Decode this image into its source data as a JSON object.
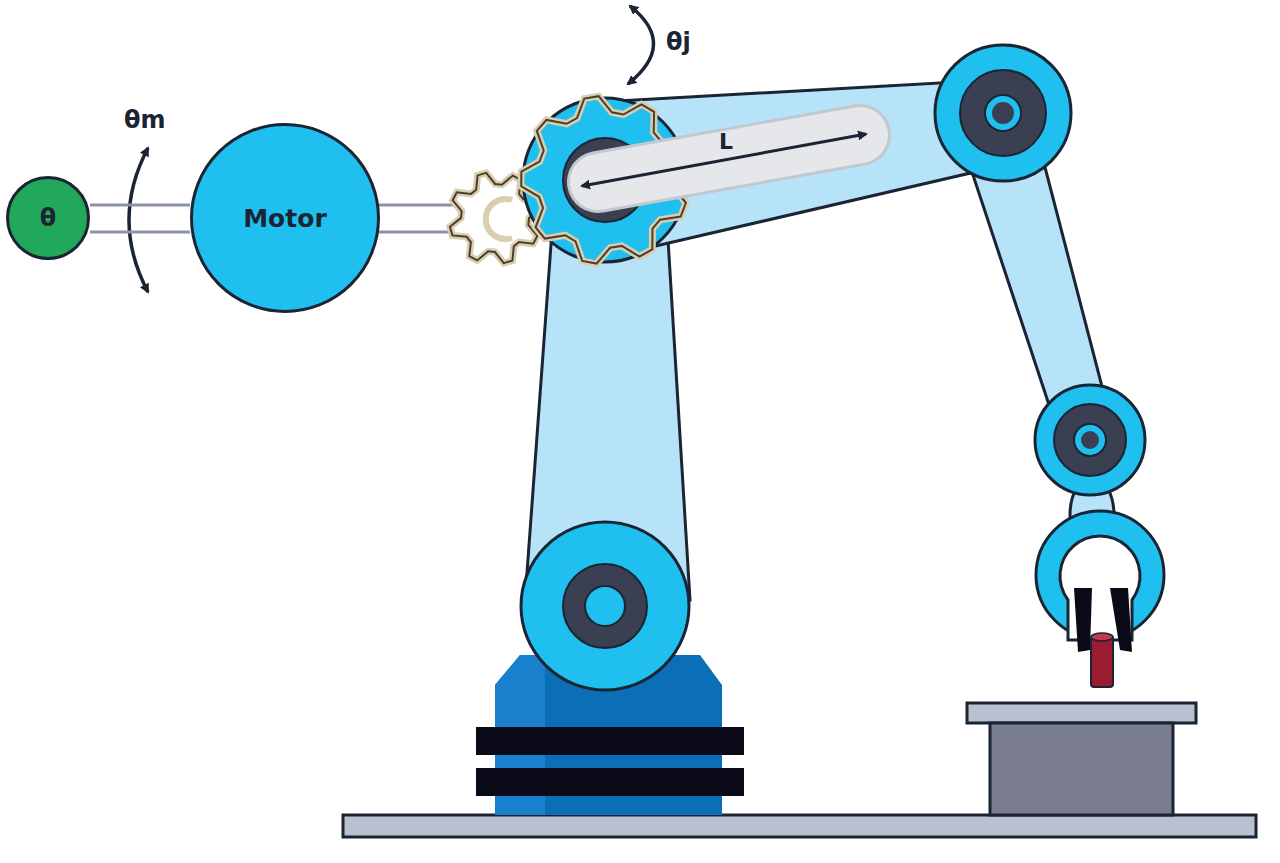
{
  "diagram": {
    "nodes": [
      {
        "text": [
          "θ"
        ]
      },
      {
        "text": [
          "Motor"
        ]
      }
    ],
    "edges": [
      {
        "from": 0,
        "to": 1,
        "arrow": "none"
      }
    ],
    "labels": [
      "θm",
      "θj",
      "L"
    ]
  }
}
